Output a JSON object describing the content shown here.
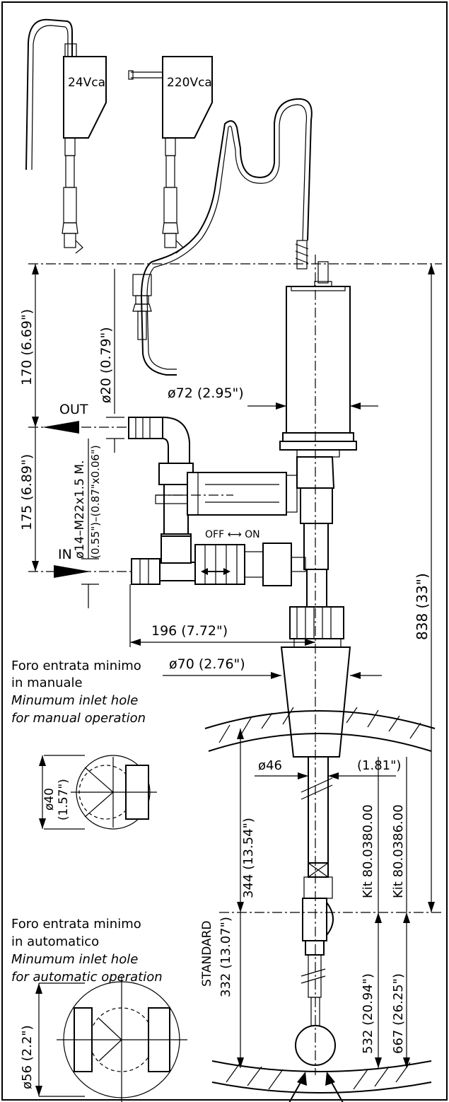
{
  "adapters": {
    "left_label": "24Vca",
    "right_label": "220Vca"
  },
  "dimensions": {
    "top_height": "170 (6.69\")",
    "cable_diameter": "ø20 (0.79\")",
    "body_diameter": "ø72 (2.95\")",
    "mid_height": "175 (6.89\")",
    "thread": "ø14–M22x1.5 M.",
    "thread_inch": "(0.55\")–(0.87\"x0.06\")",
    "overall_length": "838 (33\")",
    "width_196": "196 (7.72\")",
    "cone_diameter": "ø70 (2.76\")",
    "shaft_diameter_mm": "ø46",
    "shaft_diameter_in": "(1.81\")",
    "insertion_manual": "344 (13.54\")",
    "kit_a": "Kit 80.0380.00",
    "kit_b": "Kit 80.0386.00",
    "standard_label": "STANDARD",
    "standard_length": "332 (13.07\")",
    "kit_a_length": "532 (20.94\")",
    "kit_b_length": "667 (26.25\")",
    "hole_manual_dia": "ø40",
    "hole_manual_dia_in": "(1.57\")",
    "hole_auto_dia": "ø56 (2.2\")"
  },
  "ports": {
    "out": "OUT",
    "in": "IN",
    "switch": "OFF ⟷ ON"
  },
  "notes": {
    "manual_it_1": "Foro entrata minimo",
    "manual_it_2": "in manuale",
    "manual_en_1": "Minumum inlet hole",
    "manual_en_2": "for manual operation",
    "auto_it_1": "Foro entrata minimo",
    "auto_it_2": "in automatico",
    "auto_en_1": "Minumum inlet hole",
    "auto_en_2": "for automatic operation"
  }
}
